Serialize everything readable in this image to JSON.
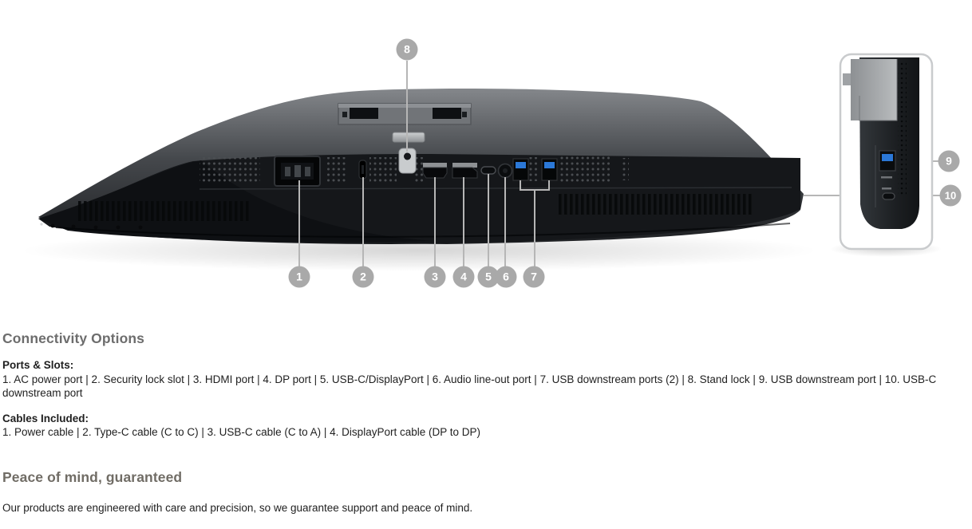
{
  "hero": {
    "callouts": [
      "1",
      "2",
      "3",
      "4",
      "5",
      "6",
      "7",
      "8",
      "9",
      "10"
    ],
    "colors": {
      "callout_gray": "#a9a9a9",
      "usb_blue": "#2b78d7",
      "leader_line": "#b6b6b6"
    },
    "icons": [
      "ac-power-port",
      "security-lock-slot",
      "hdmi-port",
      "dp-port",
      "usb-c-displayport",
      "audio-line-out-port",
      "usb-downstream-ports",
      "stand-lock",
      "side-usb-downstream-port",
      "side-usb-c-downstream-port"
    ]
  },
  "sections": {
    "connectivity": {
      "title": "Connectivity Options",
      "ports_heading": "Ports & Slots:",
      "ports_text": "1. AC power port | 2. Security lock slot | 3. HDMI port | 4. DP port | 5. USB-C/DisplayPort | 6. Audio line-out port | 7. USB downstream ports (2) | 8. Stand lock | 9. USB downstream port | 10. USB-C downstream port",
      "cables_heading": "Cables Included:",
      "cables_text": "1. Power cable | 2. Type-C cable (C to C) | 3. USB-C cable (C to A) | 4. DisplayPort cable (DP to DP)"
    },
    "peace": {
      "title": "Peace of mind, guaranteed",
      "body": "Our products are engineered with care and precision, so we guarantee support and peace of mind."
    }
  }
}
